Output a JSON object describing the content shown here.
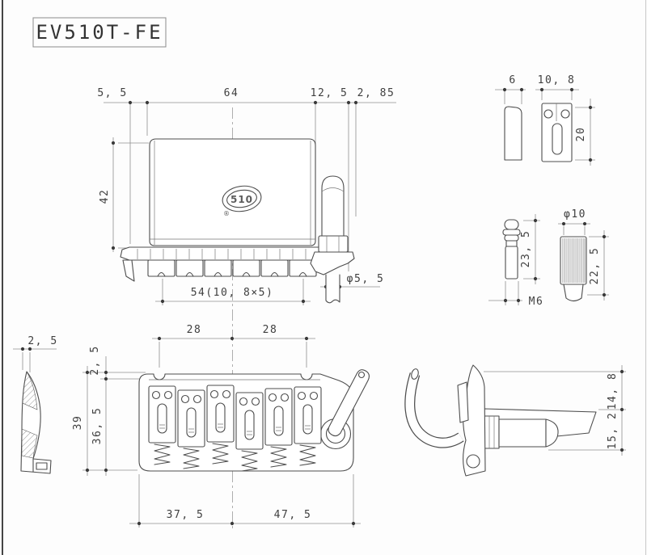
{
  "part_number": "EV510T-FE",
  "logo": {
    "brand": "510",
    "registered": "®"
  },
  "front_view": {
    "offset_left": "5, 5",
    "body_width": "64",
    "arm_offset": "12, 5",
    "arm_tip_offset": "2, 85",
    "body_height": "42",
    "saddle_pitch": "54(10, 8×5)",
    "rod_dia": "φ5, 5"
  },
  "saddle_views": {
    "thickness": "6",
    "width": "10, 8",
    "length": "20"
  },
  "stud_view": {
    "length": "23, 5",
    "thread": "M6"
  },
  "bushing_view": {
    "dia": "φ10",
    "length": "22, 5"
  },
  "blade_view": {
    "thickness": "2, 5"
  },
  "top_view": {
    "edge_step": "2, 5",
    "overall_depth": "39",
    "inner_depth": "36, 5",
    "pitch_left": "28",
    "pitch_right": "28",
    "span_front": "37, 5",
    "span_rear": "47, 5"
  },
  "arm_view": {
    "upper_height": "14, 8",
    "lower_height": "15, 2"
  }
}
